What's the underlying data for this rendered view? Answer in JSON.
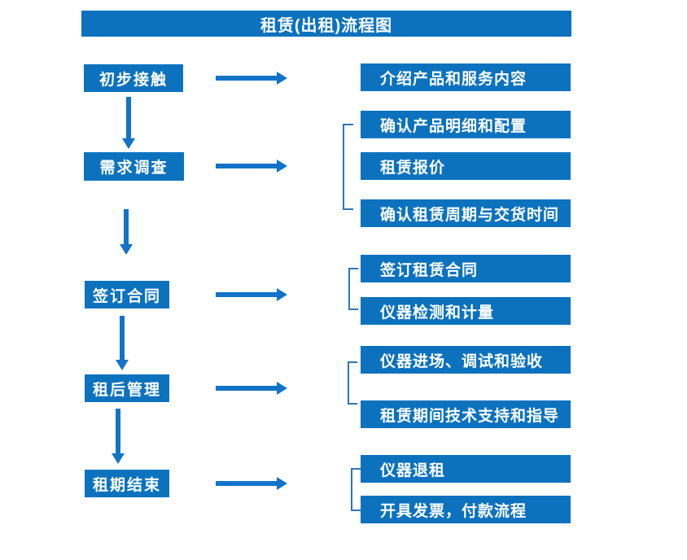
{
  "title": "租赁(出租)流程图",
  "colors": {
    "box_blue": "#0C72BE",
    "arrow_blue": "#1273C8",
    "bracket_blue": "#2E75B6",
    "text": "#FFFFFF",
    "background": "#FFFFFF"
  },
  "steps": [
    {
      "label": "初步接触",
      "outputs": [
        "介绍产品和服务内容"
      ]
    },
    {
      "label": "需求调查",
      "outputs": [
        "确认产品明细和配置",
        "租赁报价",
        "确认租赁周期与交货时间"
      ]
    },
    {
      "label": "签订合同",
      "outputs": [
        "签订租赁合同",
        "仪器检测和计量"
      ]
    },
    {
      "label": "租后管理",
      "outputs": [
        "仪器进场、调试和验收",
        "租赁期间技术支持和指导"
      ]
    },
    {
      "label": "租期结束",
      "outputs": [
        "仪器退租",
        "开具发票，付款流程"
      ]
    }
  ]
}
